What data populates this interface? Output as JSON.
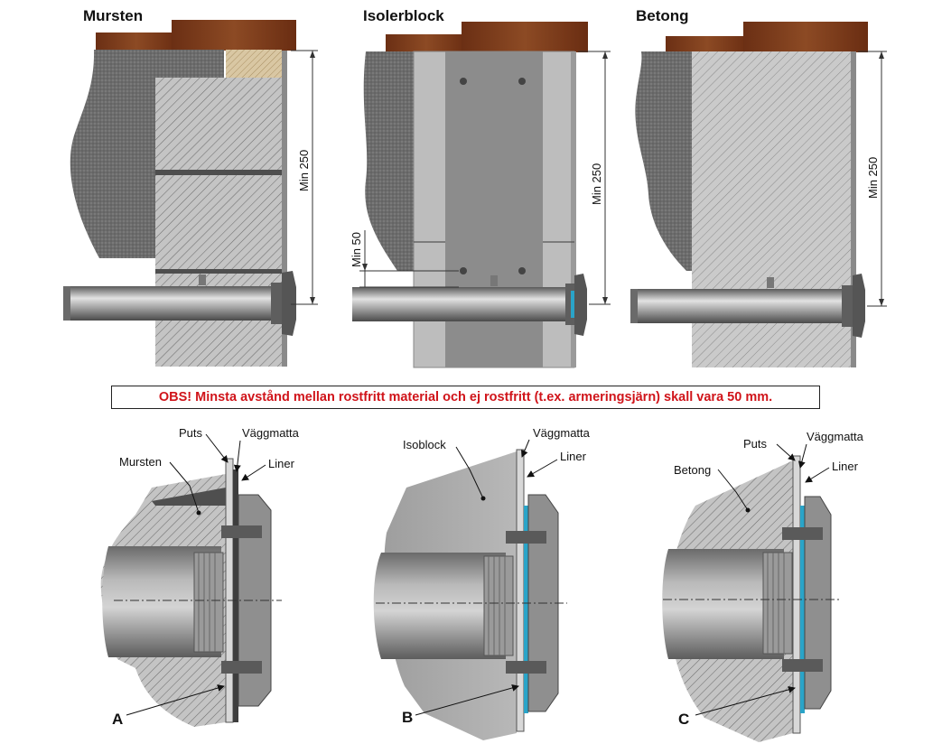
{
  "panels": [
    {
      "title": "Mursten",
      "dim_main": "Min 250"
    },
    {
      "title": "Isolerblock",
      "dim_main": "Min 250",
      "dim_small": "Min 50"
    },
    {
      "title": "Betong",
      "dim_main": "Min 250"
    }
  ],
  "notice": "OBS! Minsta avstånd mellan rostfritt material och ej rostfritt (t.ex. armeringsjärn) skall vara 50 mm.",
  "details": [
    {
      "letter": "A",
      "labels": {
        "puts": "Puts",
        "vaggmatta": "Väggmatta",
        "liner": "Liner",
        "material": "Mursten"
      }
    },
    {
      "letter": "B",
      "labels": {
        "vaggmatta": "Väggmatta",
        "liner": "Liner",
        "material": "Isoblock"
      }
    },
    {
      "letter": "C",
      "labels": {
        "puts": "Puts",
        "vaggmatta": "Väggmatta",
        "liner": "Liner",
        "material": "Betong"
      }
    }
  ],
  "colors": {
    "notice_text": "#d0141a",
    "wood": "#7a3a1c",
    "concrete": "#bdbdbd",
    "rock": "#6a6a6a"
  }
}
